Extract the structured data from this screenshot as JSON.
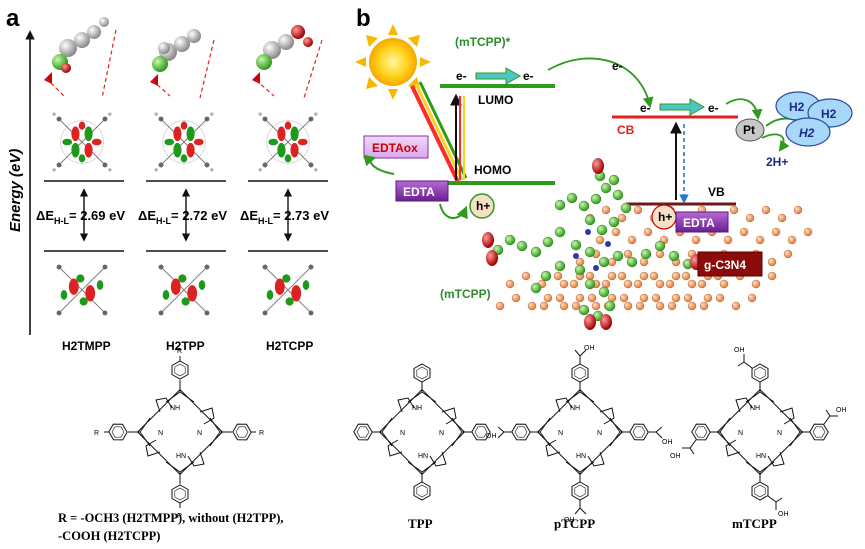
{
  "panel_a": {
    "label": "a",
    "energy_axis": "Energy (eV)",
    "molecules": [
      {
        "name": "H2TMPP",
        "gap_prefix": "ΔE",
        "gap_sub": "H-L",
        "gap_value": "= 2.69 eV"
      },
      {
        "name": "H2TPP",
        "gap_prefix": "ΔE",
        "gap_sub": "H-L",
        "gap_value": "= 2.72 eV"
      },
      {
        "name": "H2TCPP",
        "gap_prefix": "ΔE",
        "gap_sub": "H-L",
        "gap_value": "= 2.73 eV"
      }
    ],
    "structure_caption_1": "R = -OCH3 (H2TMPP), without (H2TPP),",
    "structure_caption_2": "-COOH (H2TCPP)",
    "r_group": "R",
    "nh": "NH",
    "hn": "HN",
    "n": "N"
  },
  "panel_b": {
    "label": "b",
    "excited_state": "(mTCPP)*",
    "lumo": "LUMO",
    "homo": "HOMO",
    "cb": "CB",
    "vb": "VB",
    "electron": "e-",
    "hole": "h+",
    "edta": "EDTA",
    "edta_ox": "EDTAox",
    "pt": "Pt",
    "h2": "H2",
    "protons": "2H+",
    "gcn": "g-C3N4",
    "mtcpp_label": "(mTCPP)"
  },
  "bottom_structures": [
    {
      "name": "TPP"
    },
    {
      "name": "pTCPP"
    },
    {
      "name": "mTCPP"
    }
  ],
  "cooh": "OH",
  "colors": {
    "green_text": "#2e8b2e",
    "red": "#e02020",
    "purple": "#8a2fb0",
    "dark_red": "#8b0a0a"
  }
}
